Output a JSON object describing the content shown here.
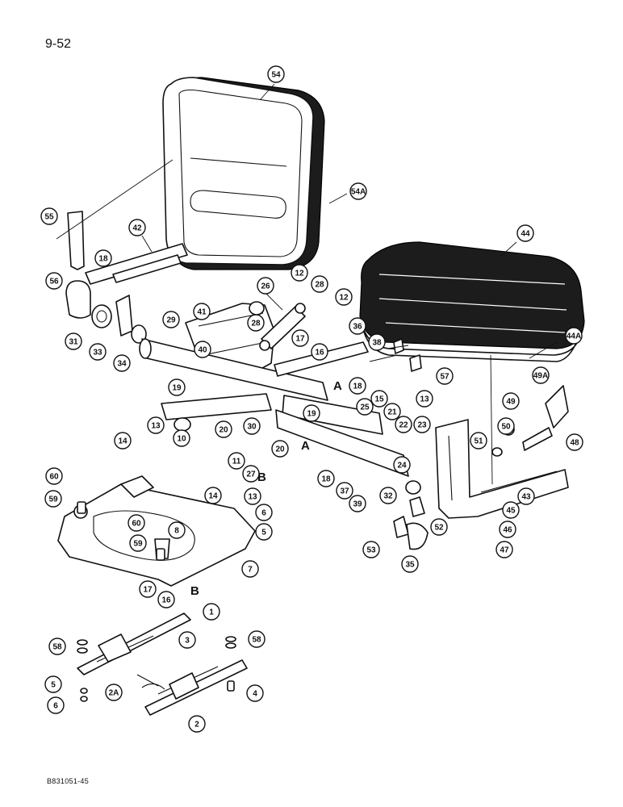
{
  "page_number": "9-52",
  "document_code": "B831051-45",
  "reference_letters": [
    "A",
    "A",
    "B",
    "B"
  ],
  "callouts": [
    {
      "id": "c54",
      "label": "54"
    },
    {
      "id": "c54a",
      "label": "54A"
    },
    {
      "id": "c55",
      "label": "55"
    },
    {
      "id": "c56",
      "label": "56"
    },
    {
      "id": "c42",
      "label": "42"
    },
    {
      "id": "c18a",
      "label": "18"
    },
    {
      "id": "c44",
      "label": "44"
    },
    {
      "id": "c12a",
      "label": "12"
    },
    {
      "id": "c28a",
      "label": "28"
    },
    {
      "id": "c12b",
      "label": "12"
    },
    {
      "id": "c26",
      "label": "26"
    },
    {
      "id": "c31",
      "label": "31"
    },
    {
      "id": "c33",
      "label": "33"
    },
    {
      "id": "c34",
      "label": "34"
    },
    {
      "id": "c29",
      "label": "29"
    },
    {
      "id": "c41",
      "label": "41"
    },
    {
      "id": "c40",
      "label": "40"
    },
    {
      "id": "c28b",
      "label": "28"
    },
    {
      "id": "c17a",
      "label": "17"
    },
    {
      "id": "c16a",
      "label": "16"
    },
    {
      "id": "c36",
      "label": "36"
    },
    {
      "id": "c38",
      "label": "38"
    },
    {
      "id": "c44a",
      "label": "44A"
    },
    {
      "id": "c57",
      "label": "57"
    },
    {
      "id": "c18b",
      "label": "18"
    },
    {
      "id": "c15",
      "label": "15"
    },
    {
      "id": "c13a",
      "label": "13"
    },
    {
      "id": "c25",
      "label": "25"
    },
    {
      "id": "c19a",
      "label": "19"
    },
    {
      "id": "c49a",
      "label": "49A"
    },
    {
      "id": "c49",
      "label": "49"
    },
    {
      "id": "c48",
      "label": "48"
    },
    {
      "id": "c19b",
      "label": "19"
    },
    {
      "id": "c21",
      "label": "21"
    },
    {
      "id": "c22",
      "label": "22"
    },
    {
      "id": "c23",
      "label": "23"
    },
    {
      "id": "c30",
      "label": "30"
    },
    {
      "id": "c20a",
      "label": "20"
    },
    {
      "id": "c13b",
      "label": "13"
    },
    {
      "id": "c10",
      "label": "10"
    },
    {
      "id": "c14a",
      "label": "14"
    },
    {
      "id": "c24",
      "label": "24"
    },
    {
      "id": "c50",
      "label": "50"
    },
    {
      "id": "c51",
      "label": "51"
    },
    {
      "id": "c20b",
      "label": "20"
    },
    {
      "id": "c11",
      "label": "11"
    },
    {
      "id": "c27",
      "label": "27"
    },
    {
      "id": "c13c",
      "label": "13"
    },
    {
      "id": "c18c",
      "label": "18"
    },
    {
      "id": "c37",
      "label": "37"
    },
    {
      "id": "c39",
      "label": "39"
    },
    {
      "id": "c32",
      "label": "32"
    },
    {
      "id": "c43",
      "label": "43"
    },
    {
      "id": "c60a",
      "label": "60"
    },
    {
      "id": "c59a",
      "label": "59"
    },
    {
      "id": "c14b",
      "label": "14"
    },
    {
      "id": "c8",
      "label": "8"
    },
    {
      "id": "c6a",
      "label": "6"
    },
    {
      "id": "c5a",
      "label": "5"
    },
    {
      "id": "c45",
      "label": "45"
    },
    {
      "id": "c46",
      "label": "46"
    },
    {
      "id": "c47",
      "label": "47"
    },
    {
      "id": "c60b",
      "label": "60"
    },
    {
      "id": "c59b",
      "label": "59"
    },
    {
      "id": "c52",
      "label": "52"
    },
    {
      "id": "c53",
      "label": "53"
    },
    {
      "id": "c35",
      "label": "35"
    },
    {
      "id": "c7",
      "label": "7"
    },
    {
      "id": "c17b",
      "label": "17"
    },
    {
      "id": "c16b",
      "label": "16"
    },
    {
      "id": "c1",
      "label": "1"
    },
    {
      "id": "c58a",
      "label": "58"
    },
    {
      "id": "c3",
      "label": "3"
    },
    {
      "id": "c58b",
      "label": "58"
    },
    {
      "id": "c5b",
      "label": "5"
    },
    {
      "id": "c2a",
      "label": "2A"
    },
    {
      "id": "c4",
      "label": "4"
    },
    {
      "id": "c6b",
      "label": "6"
    },
    {
      "id": "c2",
      "label": "2"
    }
  ]
}
